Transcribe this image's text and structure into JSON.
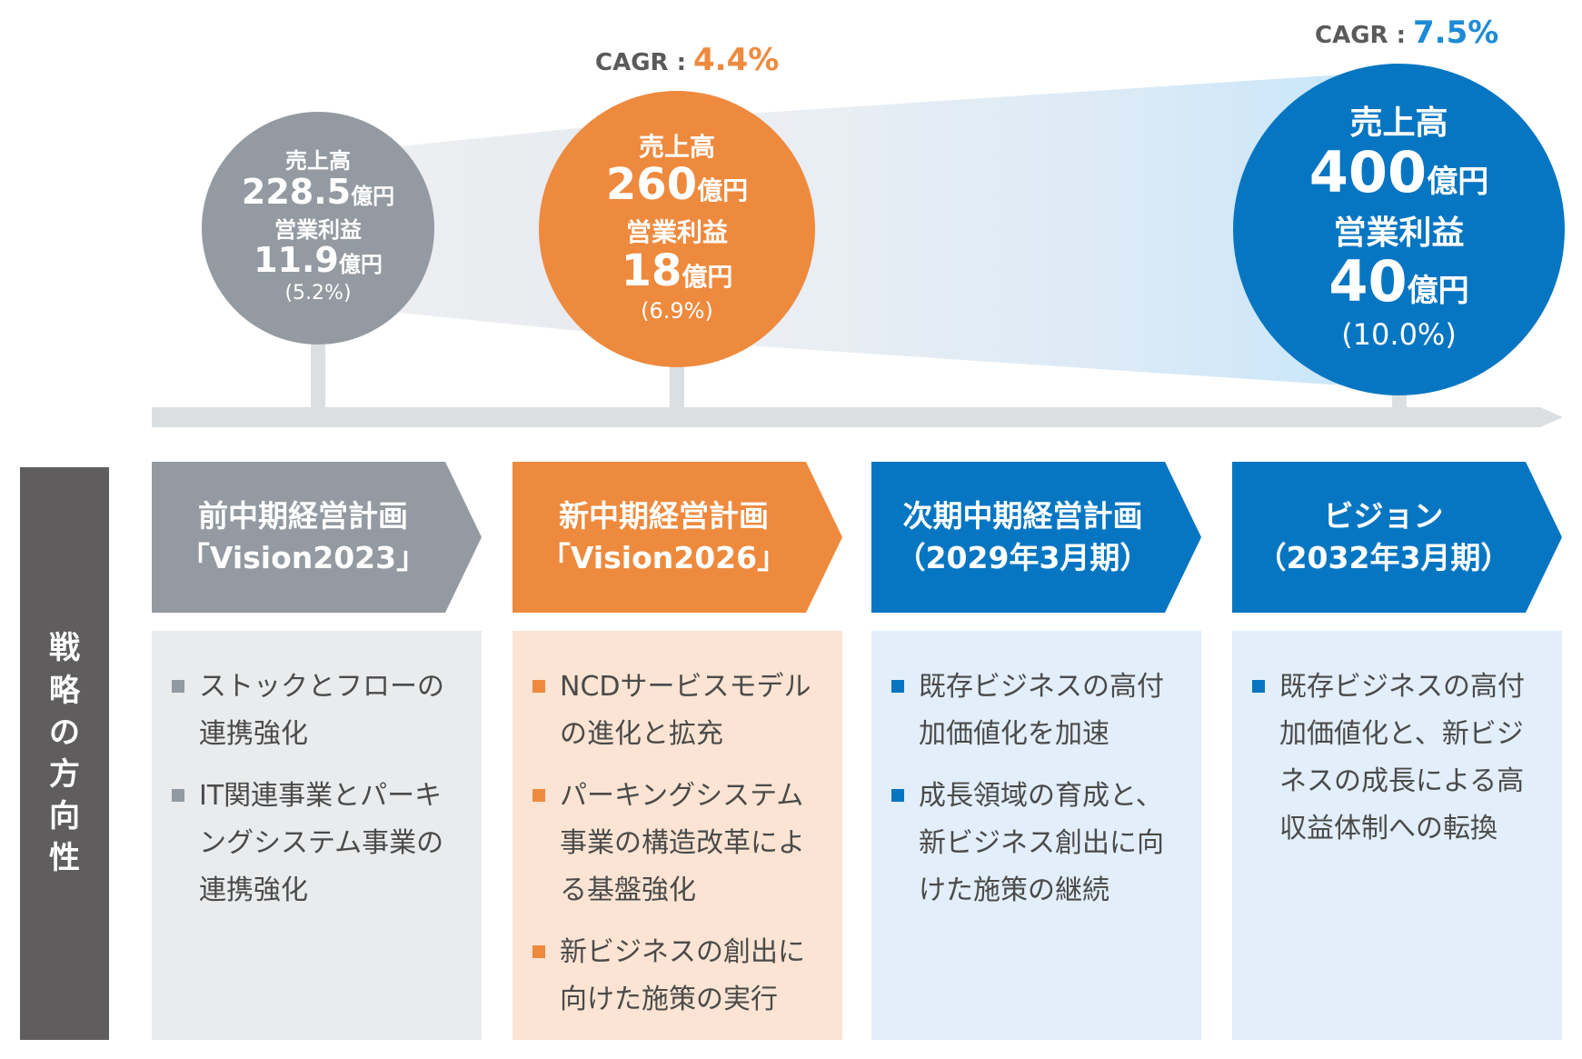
{
  "colors": {
    "gray": "#939aa1",
    "orange": "#ee8a3e",
    "blue": "#0776c2",
    "sidebar": "#5f5d5e",
    "panel_gray": "#e9ebed",
    "panel_orange": "#fbe4d3",
    "panel_blue": "#e2eef9"
  },
  "circles": [
    {
      "sales_label": "売上高",
      "sales_value": "228.5",
      "sales_unit": "億円",
      "op_label": "営業利益",
      "op_value": "11.9",
      "op_unit": "億円",
      "margin": "(5.2%)"
    },
    {
      "sales_label": "売上高",
      "sales_value": "260",
      "sales_unit": "億円",
      "op_label": "営業利益",
      "op_value": "18",
      "op_unit": "億円",
      "margin": "(6.9%)"
    },
    {
      "sales_label": "売上高",
      "sales_value": "400",
      "sales_unit": "億円",
      "op_label": "営業利益",
      "op_value": "40",
      "op_unit": "億円",
      "margin": "(10.0%)"
    }
  ],
  "cagr": [
    {
      "label": "CAGR :",
      "value": "4.4%"
    },
    {
      "label": "CAGR :",
      "value": "7.5%"
    }
  ],
  "plans": [
    {
      "line1": "前中期経営計画",
      "line2": "「Vision2023」"
    },
    {
      "line1": "新中期経営計画",
      "line2": "「Vision2026」"
    },
    {
      "line1": "次期中期経営計画",
      "line2": "（2029年3月期）"
    },
    {
      "line1": "ビジョン",
      "line2": "（2032年3月期）"
    }
  ],
  "sidebar": {
    "chars": [
      "戦",
      "略",
      "の",
      "方",
      "向",
      "性"
    ]
  },
  "strategies": [
    [
      [
        "ストックとフローの",
        "連携強化"
      ],
      [
        "IT関連事業とパーキ",
        "ングシステム事業の",
        "連携強化"
      ]
    ],
    [
      [
        "NCDサービスモデル",
        "の進化と拡充"
      ],
      [
        "パーキングシステム",
        "事業の構造改革によ",
        "る基盤強化"
      ],
      [
        "新ビジネスの創出に",
        "向けた施策の実行"
      ]
    ],
    [
      [
        "既存ビジネスの高付",
        "加価値化を加速"
      ],
      [
        "成長領域の育成と、",
        "新ビジネス創出に向",
        "けた施策の継続"
      ]
    ],
    [
      [
        "既存ビジネスの高付",
        "加価値化と、新ビジ",
        "ネスの成長による高",
        "収益体制への転換"
      ]
    ]
  ]
}
